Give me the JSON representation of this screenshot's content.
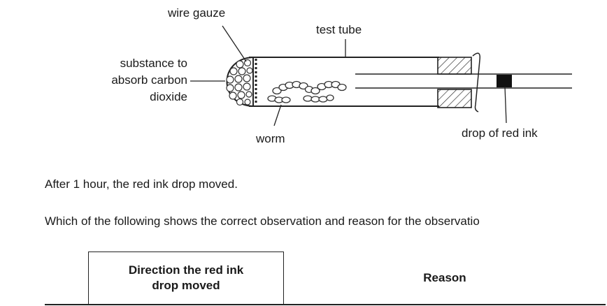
{
  "diagram": {
    "labels": {
      "wire_gauze": "wire gauze",
      "test_tube": "test tube",
      "substance_line1": "substance to",
      "substance_line2": "absorb carbon",
      "substance_line3": "dioxide",
      "worm": "worm",
      "drop": "drop of red ink"
    }
  },
  "text": {
    "statement": "After 1 hour, the red ink drop moved.",
    "question": "Which of the following shows the correct observation and reason for the observatio"
  },
  "table": {
    "headers": {
      "direction_line1": "Direction the red ink",
      "direction_line2": "drop moved",
      "reason": "Reason"
    }
  }
}
